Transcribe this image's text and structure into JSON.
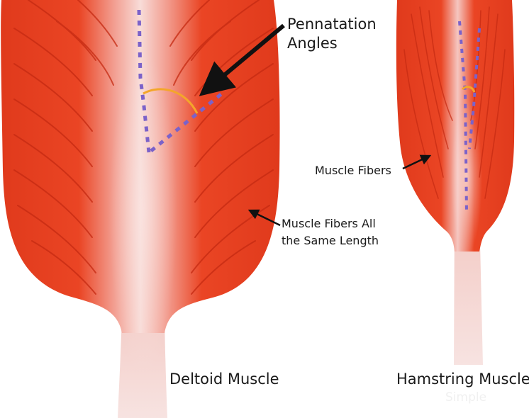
{
  "diagram": {
    "labels": {
      "pennatation_angles_line1": "Pennatation",
      "pennatation_angles_line2": "Angles",
      "muscle_fibers_deltoid_line1": "Muscle Fibers All",
      "muscle_fibers_deltoid_line2": "the Same Length",
      "muscle_fibers_hamstring": "Muscle Fibers",
      "deltoid_caption": "Deltoid Muscle",
      "hamstring_caption": "Hamstring Muscle",
      "hamstring_faded_subcaption": "Simple"
    },
    "colors": {
      "muscle_red": "#e8401f",
      "muscle_dark_red": "#d9341a",
      "tendon_pink": "#f6d9d6",
      "fiber_dark": "#b8260f",
      "dotted_purple": "#7b62c9",
      "angle_arc": "#f4a62a",
      "arrow_black": "#111111"
    }
  }
}
